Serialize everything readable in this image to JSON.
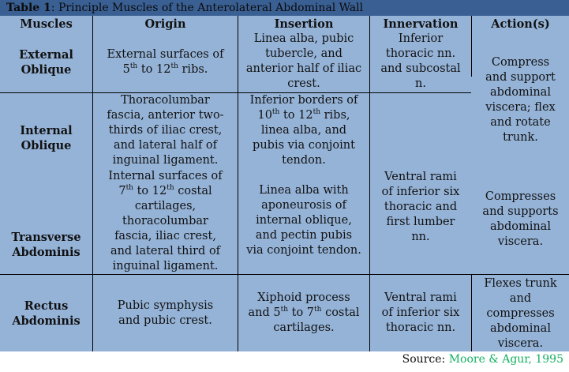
{
  "title": {
    "label": "Table 1",
    "text": ": Principle Muscles of the Anterolateral Abdominal Wall"
  },
  "colors": {
    "title_bg": "#3a5f93",
    "table_bg": "#95b3d7",
    "border": "#000000",
    "source_link": "#13b060"
  },
  "headers": [
    "Muscles",
    "Origin",
    "Insertion",
    "Innervation",
    "Action(s)"
  ],
  "rows": [
    {
      "muscle": "External\nOblique",
      "origin": [
        "External surfaces of",
        "5",
        "th",
        " to 12",
        "th",
        " ribs."
      ],
      "insertion": "Linea alba, pubic\ntubercle, and\nanterior half of iliac\ncrest.",
      "innervation": "Inferior\nthoracic nn.\nand subcostal\nn."
    },
    {
      "muscle": "Internal\nOblique",
      "origin": "Thoracolumbar\nfascia, anterior two-\nthirds of iliac crest,\nand lateral half of\ninguinal ligament.",
      "insertion": [
        "Inferior borders of",
        "10",
        "th",
        " to 12",
        "th",
        " ribs,",
        "linea alba, and\npubis via conjoint\ntendon."
      ]
    },
    {
      "muscle": "Transverse\nAbdominis",
      "origin": [
        "Internal surfaces of",
        "7",
        "th",
        " to 12",
        "th",
        " costal",
        "cartilages,\nthoracolumbar\nfascia, iliac crest,\nand lateral third of\ninguinal ligament."
      ],
      "insertion": "Linea alba with\naponeurosis of\ninternal oblique,\nand pectin pubis\nvia conjoint tendon."
    },
    {
      "muscle": "Rectus\nAbdominis",
      "origin": "Pubic symphysis\nand pubic crest.",
      "insertion": [
        "Xiphoid process",
        "and 5",
        "th",
        " to 7",
        "th",
        " costal",
        "cartilages."
      ],
      "innervation": "Ventral rami\nof inferior six\nthoracic nn.",
      "action": "Flexes trunk\nand\ncompresses\nabdominal\nviscera."
    }
  ],
  "merged": {
    "innervation_internal_transverse": "Ventral rami\nof inferior six\nthoracic and\nfirst lumber\nnn.",
    "action_external_internal": "Compress\nand support\nabdominal\nviscera; flex\nand rotate\ntrunk.",
    "action_transverse": "Compresses\nand supports\nabdominal\nviscera."
  },
  "source": {
    "label": "Source: ",
    "reference": "Moore & Agur, 1995"
  }
}
